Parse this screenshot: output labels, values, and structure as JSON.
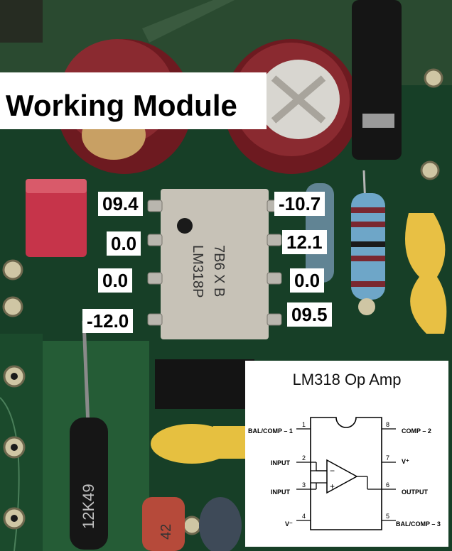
{
  "title": "Working Module",
  "chip_marking": "LM318P",
  "chip_code": "7B6 X B",
  "resistor_marking": "12K49",
  "cap_marking": "42",
  "voltages_left": [
    "09.4",
    "0.0",
    "0.0",
    "-12.0"
  ],
  "voltages_right": [
    "-10.7",
    "12.1",
    "0.0",
    "09.5"
  ],
  "pinout": {
    "title": "LM318 Op Amp",
    "left_pins": [
      {
        "label": "BAL/COMP – 1",
        "num": "1"
      },
      {
        "label": "INPUT",
        "num": "2"
      },
      {
        "label": "INPUT",
        "num": "3"
      },
      {
        "label": "V⁻",
        "num": "4"
      }
    ],
    "right_pins": [
      {
        "label": "COMP – 2",
        "num": "8"
      },
      {
        "label": "V⁺",
        "num": "7"
      },
      {
        "label": "OUTPUT",
        "num": "6"
      },
      {
        "label": "BAL/COMP – 3",
        "num": "5"
      }
    ],
    "minus": "−",
    "plus": "+"
  },
  "colors": {
    "pcb": "#1d5a34",
    "chip": "#c9c4b8",
    "label_bg": "#ffffff",
    "capacitor": "#7a1c22"
  }
}
